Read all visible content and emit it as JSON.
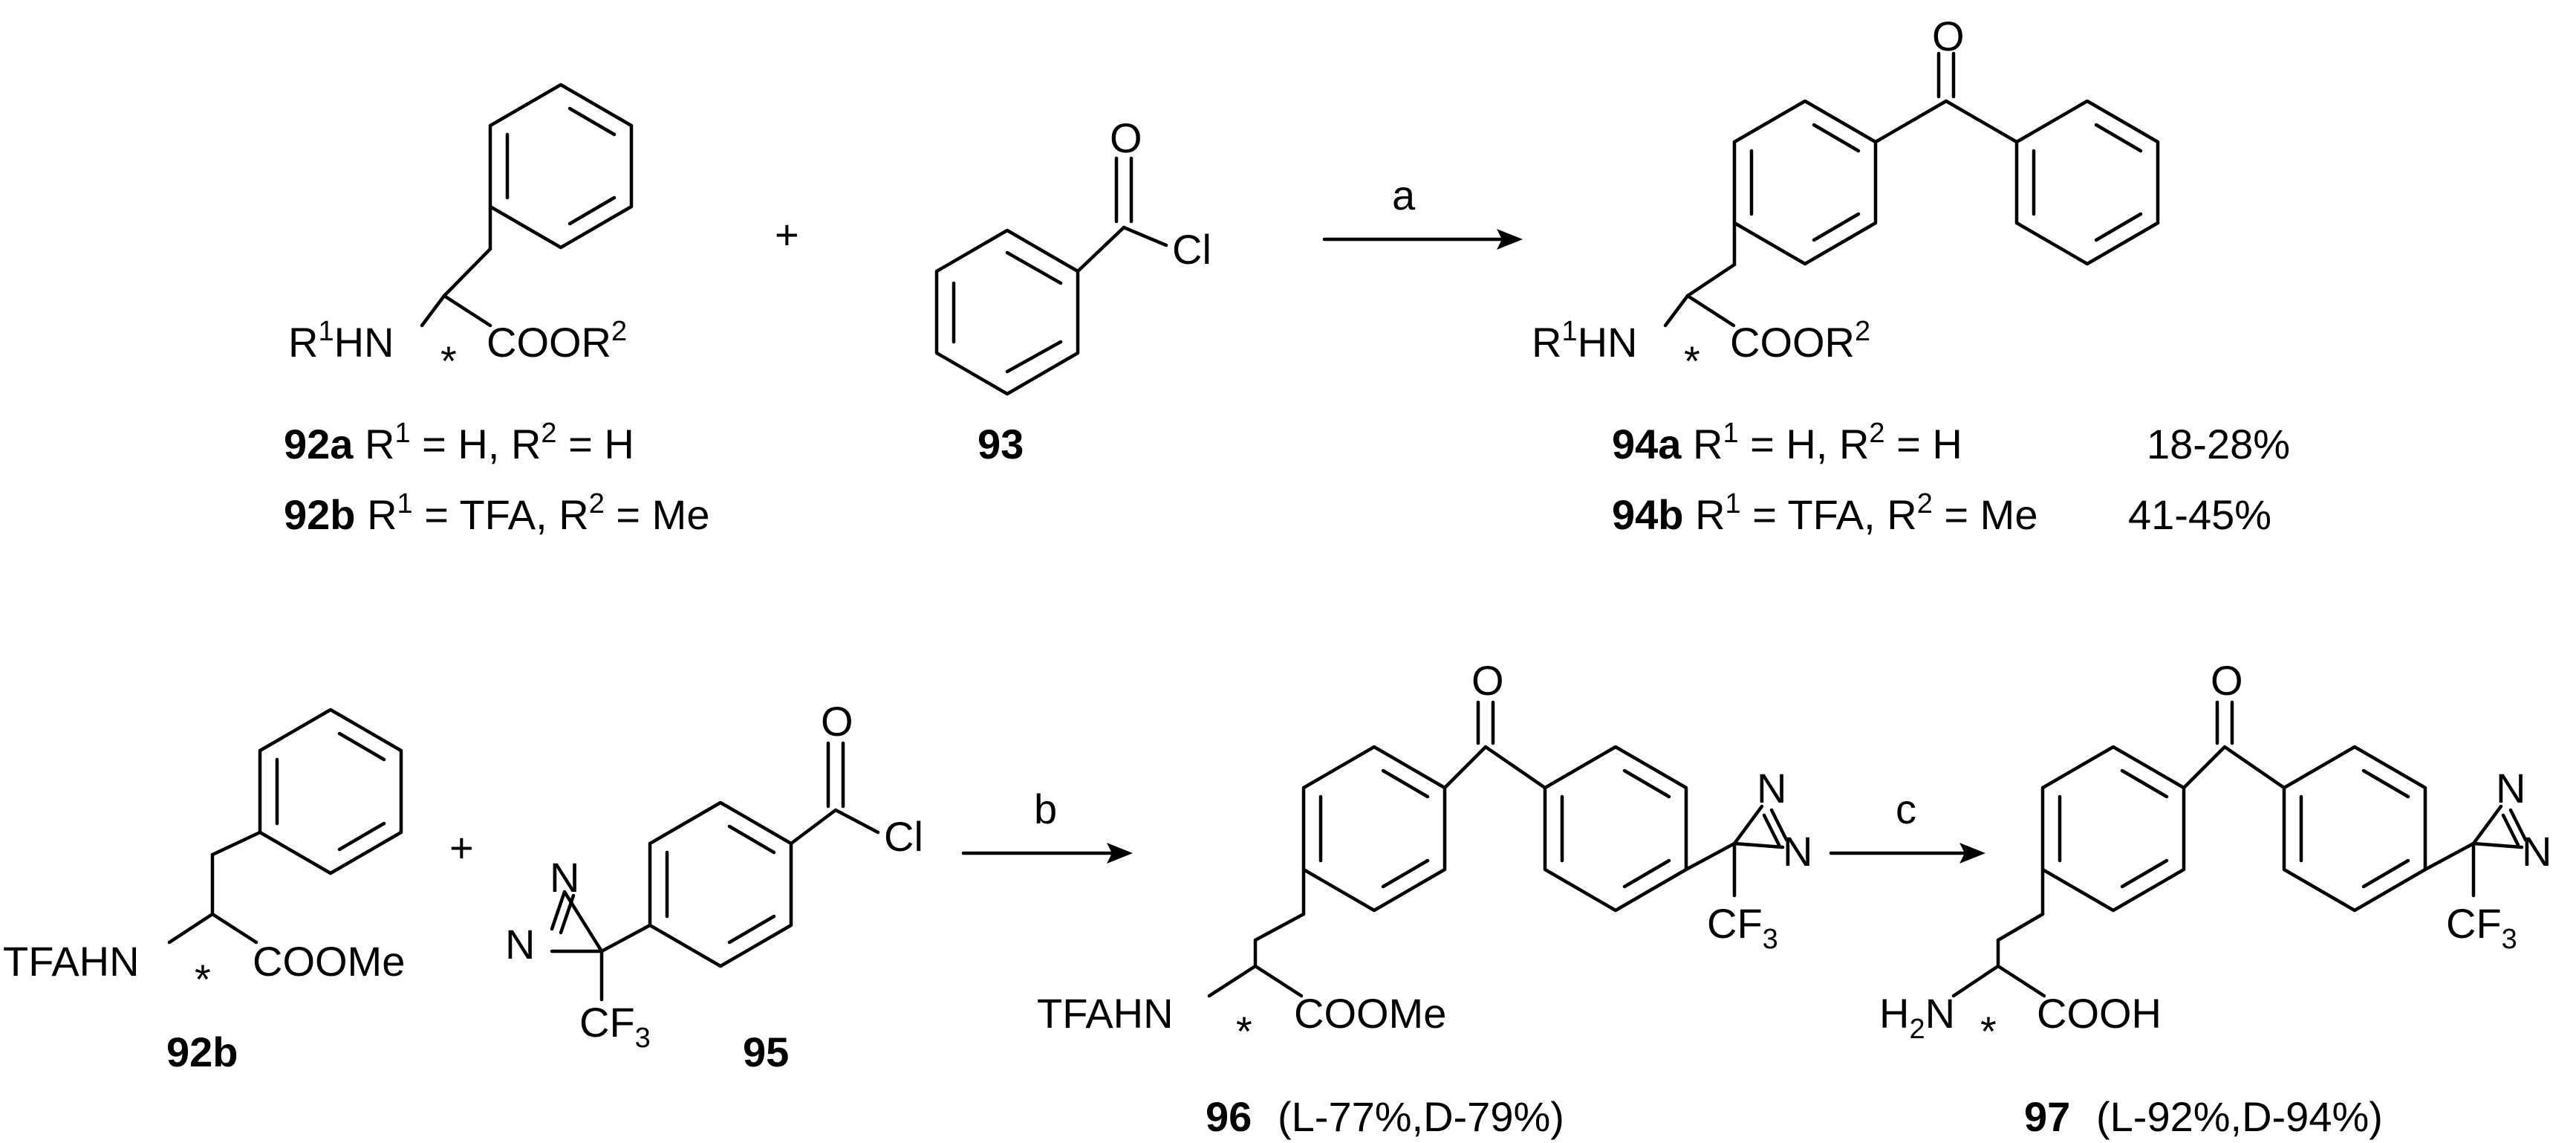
{
  "row1": {
    "reactant1": {
      "amine": "R",
      "amine_sup": "1",
      "amine_rest": "HN",
      "star": "*",
      "ester": "COOR",
      "ester_sup": "2",
      "label_a": "92a",
      "label_a_r1": "R",
      "label_a_r1_sup": "1",
      "label_a_mid": " = H, R",
      "label_a_r2_sup": "2",
      "label_a_end": " = H",
      "label_b": "92b",
      "label_b_r1": "R",
      "label_b_r1_sup": "1",
      "label_b_mid": " = TFA, R",
      "label_b_r2_sup": "2",
      "label_b_end": " = Me"
    },
    "plus": "+",
    "reactant2": {
      "oxygen": "O",
      "chlorine": "Cl",
      "label": "93"
    },
    "arrow_label": "a",
    "product": {
      "oxygen": "O",
      "amine": "R",
      "amine_sup": "1",
      "amine_rest": "HN",
      "star": "*",
      "ester": "COOR",
      "ester_sup": "2",
      "label_a": "94a",
      "label_a_r1": "R",
      "label_a_r1_sup": "1",
      "label_a_mid": " = H, R",
      "label_a_r2_sup": "2",
      "label_a_end": " = H",
      "yield_a": "18-28%",
      "label_b": "94b",
      "label_b_r1": "R",
      "label_b_r1_sup": "1",
      "label_b_mid": " = TFA, R",
      "label_b_r2_sup": "2",
      "label_b_end": " = Me",
      "yield_b": "41-45%"
    }
  },
  "row2": {
    "reactant1": {
      "amine": "TFAHN",
      "star": "*",
      "ester": "COOMe",
      "label": "92b"
    },
    "plus": "+",
    "reactant2": {
      "oxygen": "O",
      "chlorine": "Cl",
      "n_top": "N",
      "n_left": "N",
      "cf3": "CF",
      "cf3_sub": "3",
      "label": "95"
    },
    "arrow_b_label": "b",
    "product96": {
      "oxygen": "O",
      "n_top": "N",
      "n_right": "N",
      "cf3": "CF",
      "cf3_sub": "3",
      "amine": "TFAHN",
      "star": "*",
      "ester": "COOMe",
      "label": "96",
      "yield": "(L-77%,D-79%)"
    },
    "arrow_c_label": "c",
    "product97": {
      "oxygen": "O",
      "n_top": "N",
      "n_right": "N",
      "cf3": "CF",
      "cf3_sub": "3",
      "amine": "H",
      "amine_sub": "2",
      "amine_rest": "N",
      "star": "*",
      "acid": "COOH",
      "label": "97",
      "yield": "(L-92%,D-94%)"
    }
  }
}
